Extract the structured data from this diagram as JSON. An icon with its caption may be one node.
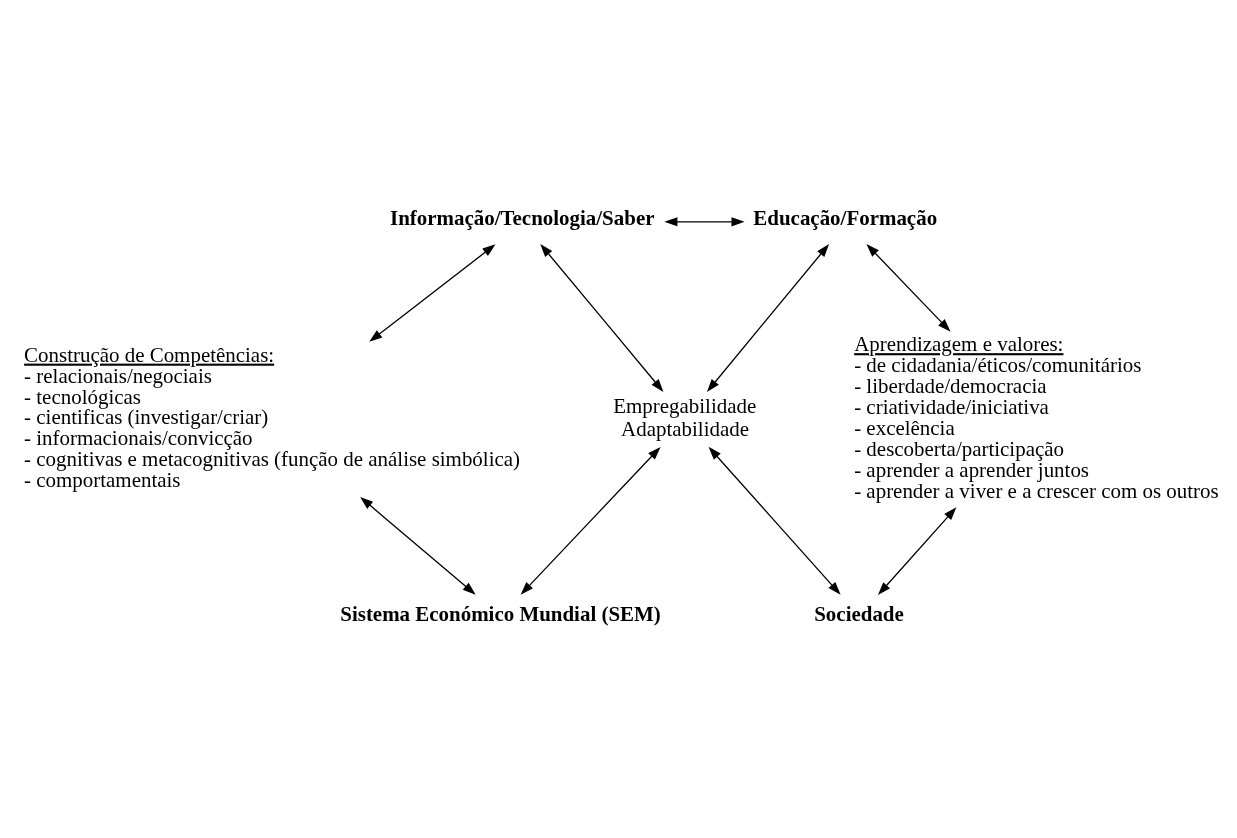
{
  "diagram": {
    "nodes": [
      {
        "text": [
          "Informação/Tecnologia/Saber"
        ]
      },
      {
        "text": [
          "Educação/Formação"
        ]
      },
      {
        "text": [
          "Construção de Competências:",
          "- relacionais/negociais",
          "- tecnológicas",
          "- cientificas (investigar/criar)",
          "- informacionais/convicção",
          "- cognitivas e metacognitivas (função de análise simbólica)",
          "- comportamentais"
        ]
      },
      {
        "text": [
          "Empregabilidade",
          "Adaptabilidade"
        ]
      },
      {
        "text": [
          "Aprendizagem e valores:",
          "- de cidadania/éticos/comunitários",
          "- liberdade/democracia",
          "- criatividade/iniciativa",
          "- excelência",
          "- descoberta/participação",
          "- aprender a aprender juntos",
          "- aprender a viver e a crescer com os outros"
        ]
      },
      {
        "text": [
          "Sistema Económico Mundial (SEM)"
        ]
      },
      {
        "text": [
          "Sociedade"
        ]
      }
    ],
    "edges": [
      {
        "from": 0,
        "to": 1,
        "arrow": "both"
      },
      {
        "from": 0,
        "to": 2,
        "arrow": "both"
      },
      {
        "from": 0,
        "to": 3,
        "arrow": "both"
      },
      {
        "from": 1,
        "to": 3,
        "arrow": "both"
      },
      {
        "from": 1,
        "to": 4,
        "arrow": "both"
      },
      {
        "from": 2,
        "to": 5,
        "arrow": "both"
      },
      {
        "from": 5,
        "to": 3,
        "arrow": "both"
      },
      {
        "from": 3,
        "to": 6,
        "arrow": "both"
      },
      {
        "from": 4,
        "to": 6,
        "arrow": "both"
      }
    ]
  }
}
